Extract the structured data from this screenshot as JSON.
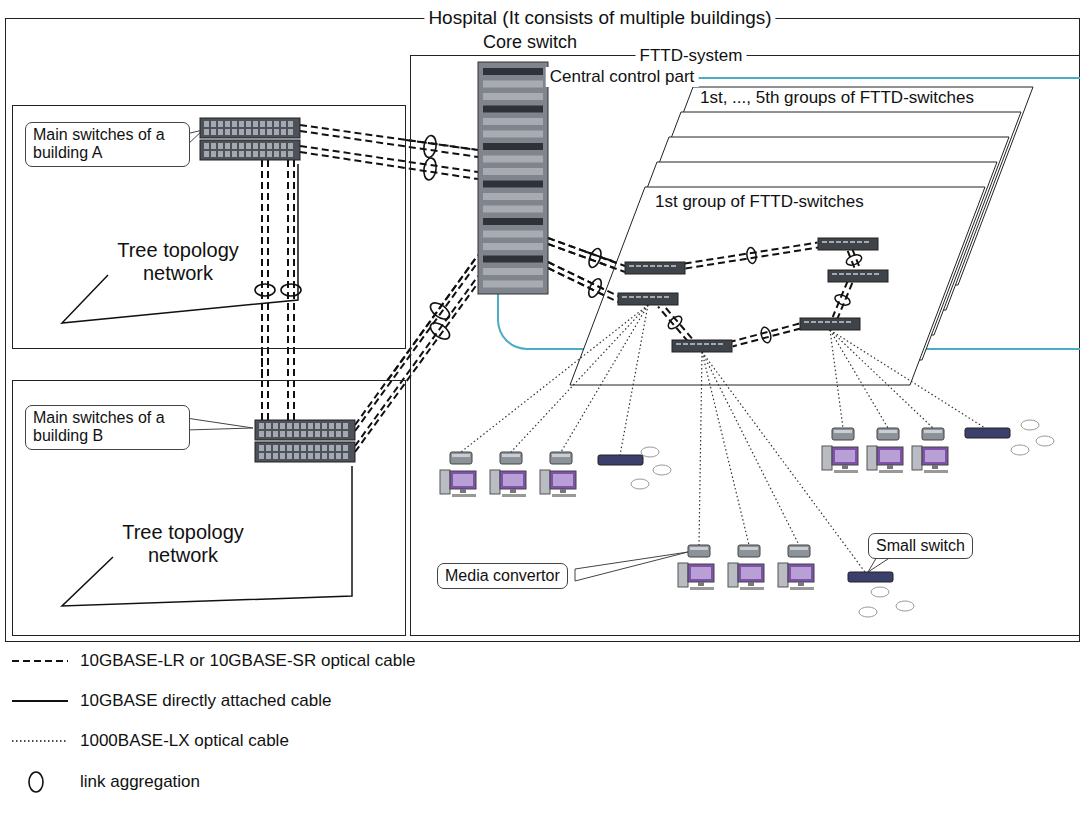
{
  "diagram": {
    "nodes": [
      {
        "text": [
          "Hospital (It consists of multiple buildings)"
        ]
      },
      {
        "text": [
          "Tree topology network"
        ],
        "in": 0
      },
      {
        "text": [
          "Main switches of a building A"
        ],
        "in": 1
      },
      {
        "text": [
          "Tree topology network"
        ],
        "in": 0
      },
      {
        "text": [
          "Main switches of a building B"
        ],
        "in": 3
      },
      {
        "text": [
          "FTTD-system"
        ],
        "in": 0
      },
      {
        "text": [
          "Central control part"
        ],
        "in": 5
      },
      {
        "text": [
          "Core switch"
        ],
        "in": 5
      },
      {
        "text": [
          "1st, ..., 5th groups of FTTD-switches"
        ],
        "in": 6
      },
      {
        "text": [
          "1st group of FTTD-switches"
        ],
        "in": 6
      },
      {
        "text": [
          "Small switch"
        ],
        "in": 5
      },
      {
        "text": [
          "Media convertor"
        ],
        "in": 5
      }
    ],
    "edges": [
      {
        "from": 1,
        "to": 7,
        "arrow": "none"
      },
      {
        "from": 3,
        "to": 7,
        "arrow": "none"
      },
      {
        "from": 1,
        "to": 3,
        "arrow": "none"
      },
      {
        "from": 7,
        "to": 9,
        "arrow": "none"
      }
    ],
    "legend": [
      {
        "text": "10GBASE-LR or 10GBASE-SR optical cable"
      },
      {
        "text": "10GBASE directly attached cable"
      },
      {
        "text": "1000BASE-LX optical cable"
      },
      {
        "text": "link aggregation"
      }
    ]
  }
}
